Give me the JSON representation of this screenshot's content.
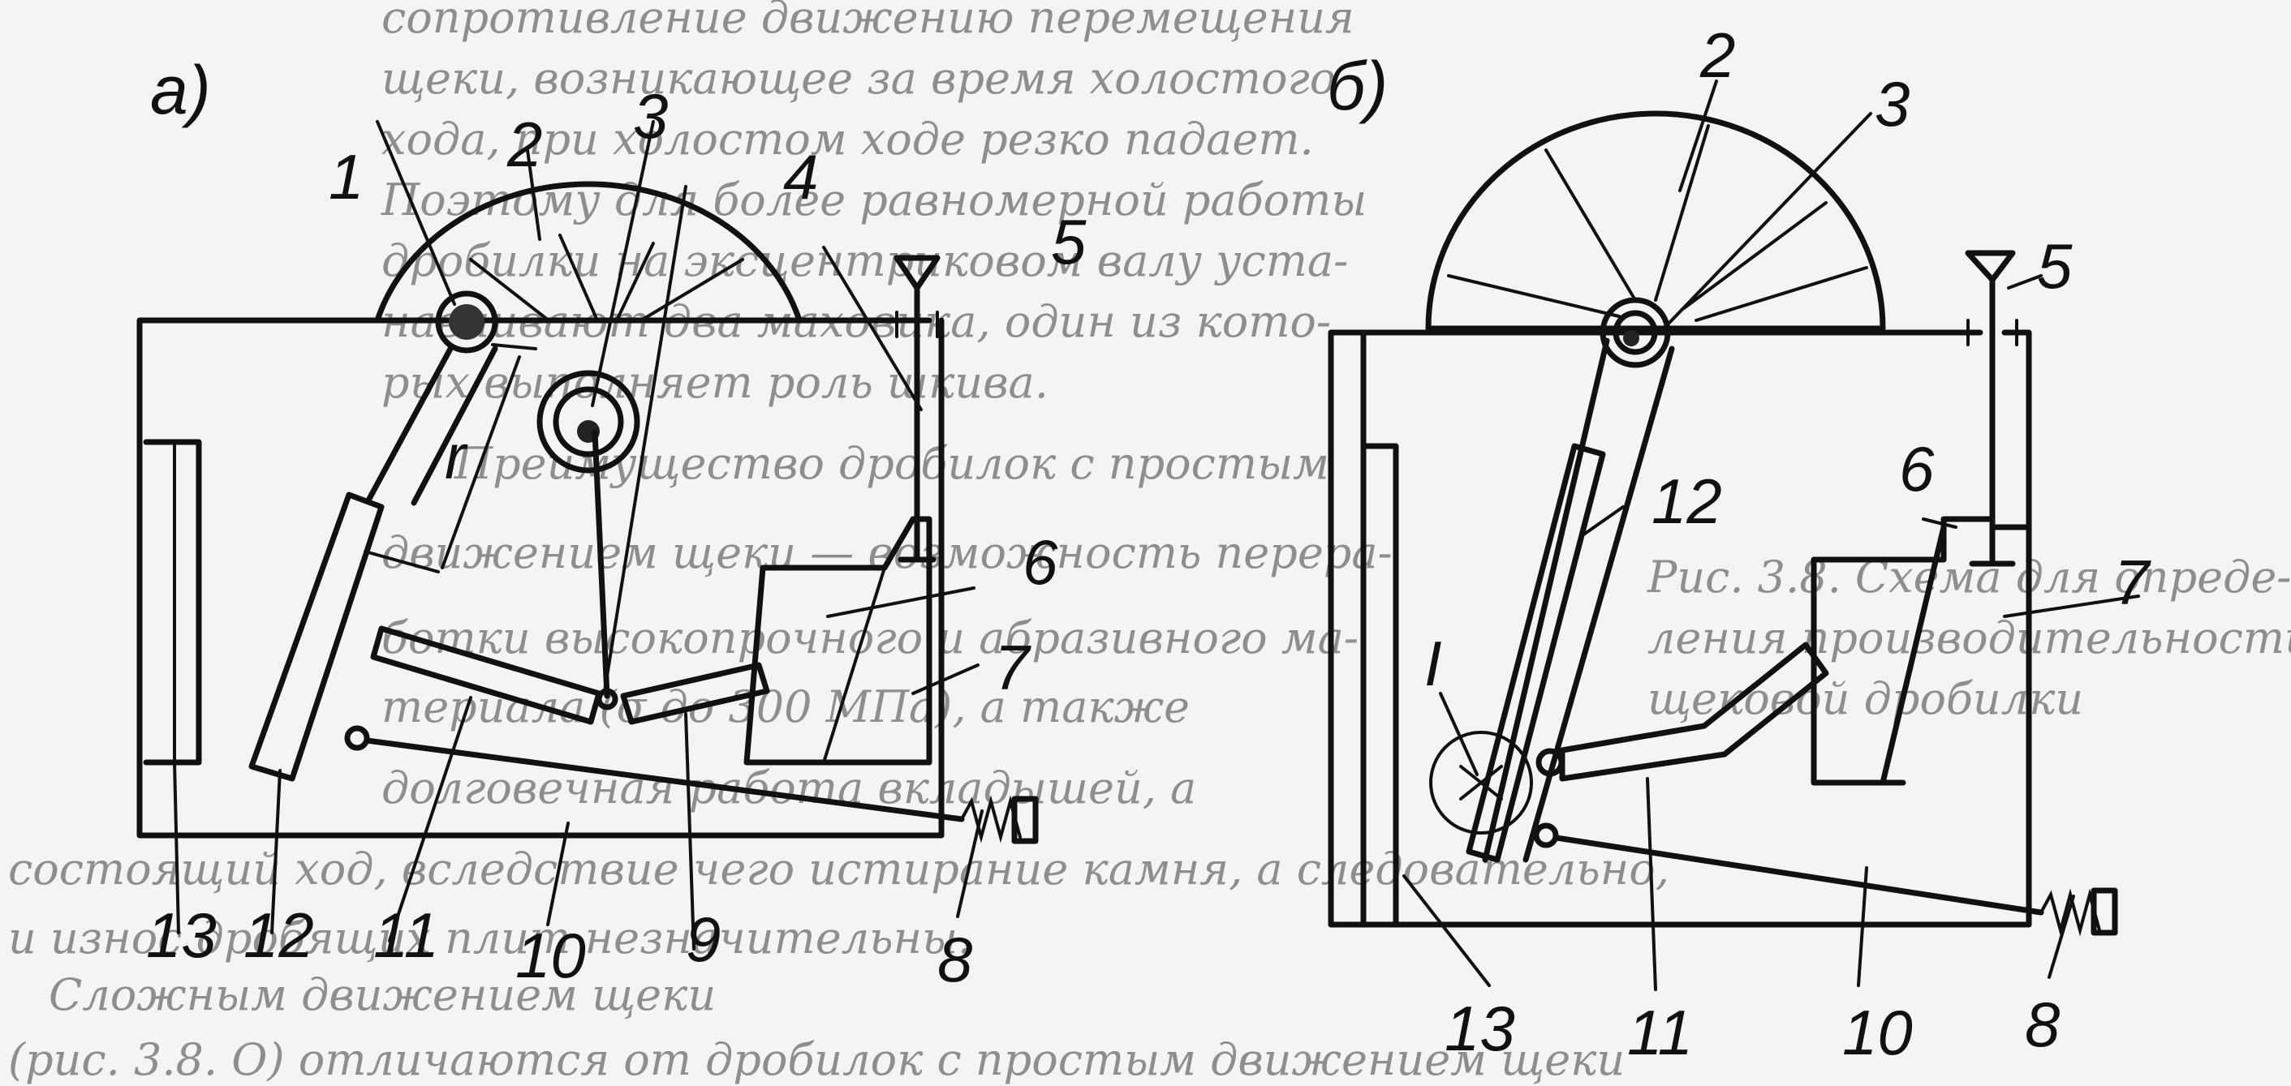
{
  "panels": {
    "a": {
      "title": "а)"
    },
    "b": {
      "title": "б)"
    }
  },
  "labels_a": [
    "1",
    "2",
    "3",
    "4",
    "5",
    "6",
    "7",
    "8",
    "9",
    "10",
    "11",
    "12",
    "13",
    "r"
  ],
  "labels_b": [
    "2",
    "3",
    "5",
    "6",
    "7",
    "8",
    "10",
    "11",
    "12",
    "13",
    "I"
  ],
  "background_text": [
    "сопротивление движению перемещения",
    "щеки, возникающее за время холостого",
    "хода, при холостом ходе резко падает.",
    "Поэтому для более равномерной работы",
    "дробилки на эксцентриковом валу уста-",
    "навливают два маховика, один из кото-",
    "рых выполняет роль шкива.",
    "Преимущество дробилок с простым",
    "движением щеки — возможность перера-",
    "ботки высокопрочного и абразивного ма-",
    "териала (σ до 300 МПа), а также",
    "долговечная работа вкладышей, а",
    "состоящий ход, вследствие чего истирание камня, а следовательно,",
    "и износ дробящих плит незначительны.",
    "Сложным движением щеки",
    "(рис. 3.8. О) отличаются от дробилок с простым движением щеки"
  ],
  "background_caption": [
    "Рис. 3.8. Схема для опреде-",
    "ления производительности ма-",
    "щековой дробилки"
  ]
}
